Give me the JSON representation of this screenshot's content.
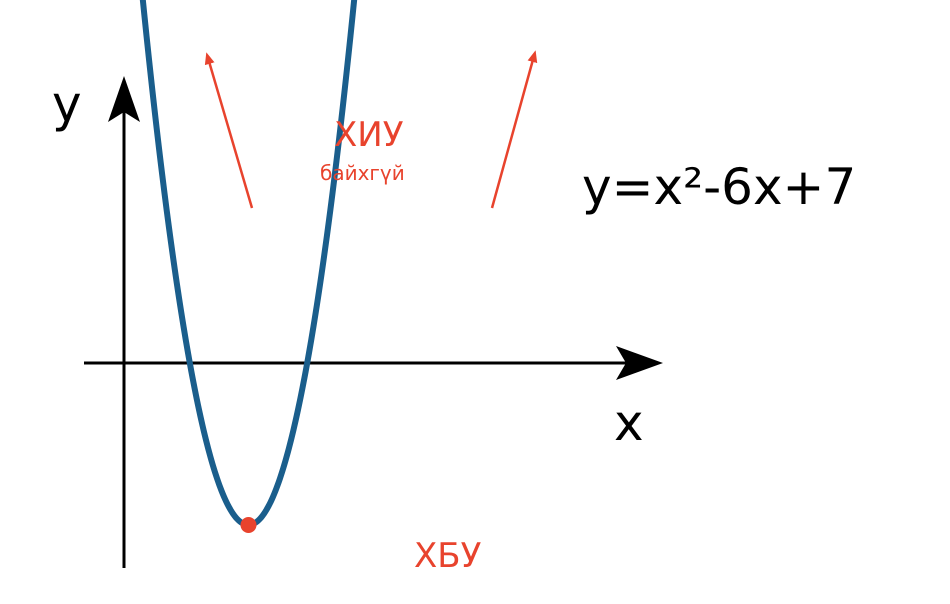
{
  "chart_data": {
    "type": "line",
    "equation": "y=x²-6x+7",
    "axes": {
      "x_label": "x",
      "y_label": "y"
    },
    "series": [
      {
        "points": [
          {
            "x": 0.3,
            "y": 5.29
          },
          {
            "x": 0.6,
            "y": 3.76
          },
          {
            "x": 0.9,
            "y": 2.41
          },
          {
            "x": 1.2,
            "y": 1.24
          },
          {
            "x": 1.5,
            "y": 0.25
          },
          {
            "x": 1.8,
            "y": -0.56
          },
          {
            "x": 2.1,
            "y": -1.19
          },
          {
            "x": 2.4,
            "y": -1.64
          },
          {
            "x": 2.7,
            "y": -1.91
          },
          {
            "x": 3.0,
            "y": -2.0
          },
          {
            "x": 3.3,
            "y": -1.91
          },
          {
            "x": 3.6,
            "y": -1.64
          },
          {
            "x": 3.9,
            "y": -1.19
          },
          {
            "x": 4.2,
            "y": -0.56
          },
          {
            "x": 4.5,
            "y": 0.25
          },
          {
            "x": 4.8,
            "y": 1.24
          },
          {
            "x": 5.1,
            "y": 2.41
          },
          {
            "x": 5.4,
            "y": 3.76
          },
          {
            "x": 5.7,
            "y": 5.29
          }
        ]
      }
    ],
    "vertex": {
      "x": 3,
      "y": -2
    },
    "annotations": {
      "max_label": "ХИУ",
      "max_sub_label": "байхгүй",
      "min_label": "ХБУ"
    },
    "grid": false
  },
  "colors": {
    "curve": "#1a5e8c",
    "accent": "#e8432d",
    "axis": "#000000",
    "background": "#ffffff"
  }
}
